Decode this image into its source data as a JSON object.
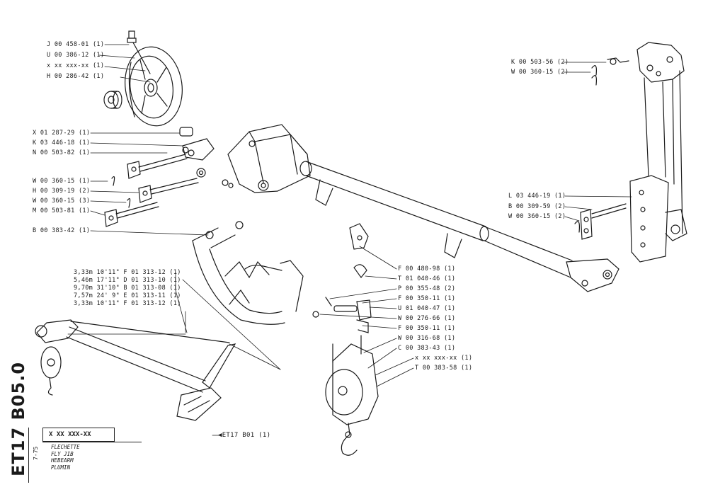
{
  "sheet": {
    "code": "ET17 B05.0",
    "date": "7-75",
    "part_box": "X XX XXX-XX",
    "titles": [
      "FLECHETTE",
      "FLY JIB",
      "HEBEARM",
      "PLUMIN"
    ]
  },
  "callouts": {
    "left": [
      "J 00 458-01 (1)",
      "U 00 386-12 (1)",
      "x xx xxx-xx (1)",
      "H 00 286-42 (1)",
      "X 01 287-29 (1)",
      "K 03 446-18 (1)",
      "N 00 503-82 (1)",
      "W 00 360-15 (1)",
      "H 00 309-19 (2)",
      "W 00 360-15 (3)",
      "M 00 503-81 (1)",
      "B 00 383-42 (1)"
    ],
    "top_right": [
      "K 00 503-56 (2)",
      "W 00 360-15 (2)"
    ],
    "right": [
      "L 03 446-19 (1)",
      "B 00 309-59 (2)",
      "W 00 360-15 (2)"
    ],
    "center": [
      "F 00 480-98 (1)",
      "T 01 040-46 (1)",
      "P 00 355-48 (2)",
      "F 00 350-11 (1)",
      "U 01 040-47 (1)",
      "W 00 276-66 (1)",
      "F 00 350-11 (1)",
      "W 00 316-68 (1)",
      "C 00 383-43 (1)",
      "x xx xxx-xx (1)",
      "T 00 383-58 (1)"
    ],
    "cables": [
      "3,33m 10'11\" F 01 313-12 (1)",
      "5,46m 17'11\" D 01 313-10 (1)",
      "9,70m 31'10\" B 01 313-08 (1)",
      "7,57m 24' 9\" E 01 313-11 (1)",
      "3,33m 10'11\" F 01 313-12 (1)"
    ],
    "ref": "◀ET17  B01 (1)"
  }
}
